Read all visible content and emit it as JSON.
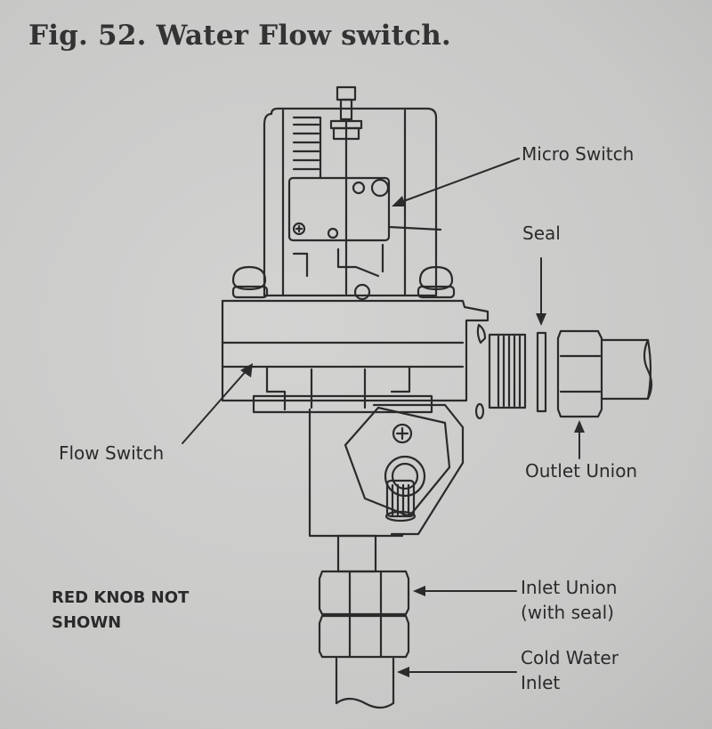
{
  "figure": {
    "title": "Fig. 52. Water Flow switch."
  },
  "labels": {
    "micro_switch": "Micro Switch",
    "seal": "Seal",
    "flow_switch": "Flow Switch",
    "outlet_union": "Outlet Union",
    "inlet_union_line1": "Inlet Union",
    "inlet_union_line2": "(with seal)",
    "cold_water_line1": "Cold Water",
    "cold_water_line2": "Inlet"
  },
  "note": {
    "line1": "RED KNOB NOT",
    "line2": "SHOWN"
  },
  "colors": {
    "paper": "#cdcdcd",
    "ink": "#2a2a2a"
  }
}
